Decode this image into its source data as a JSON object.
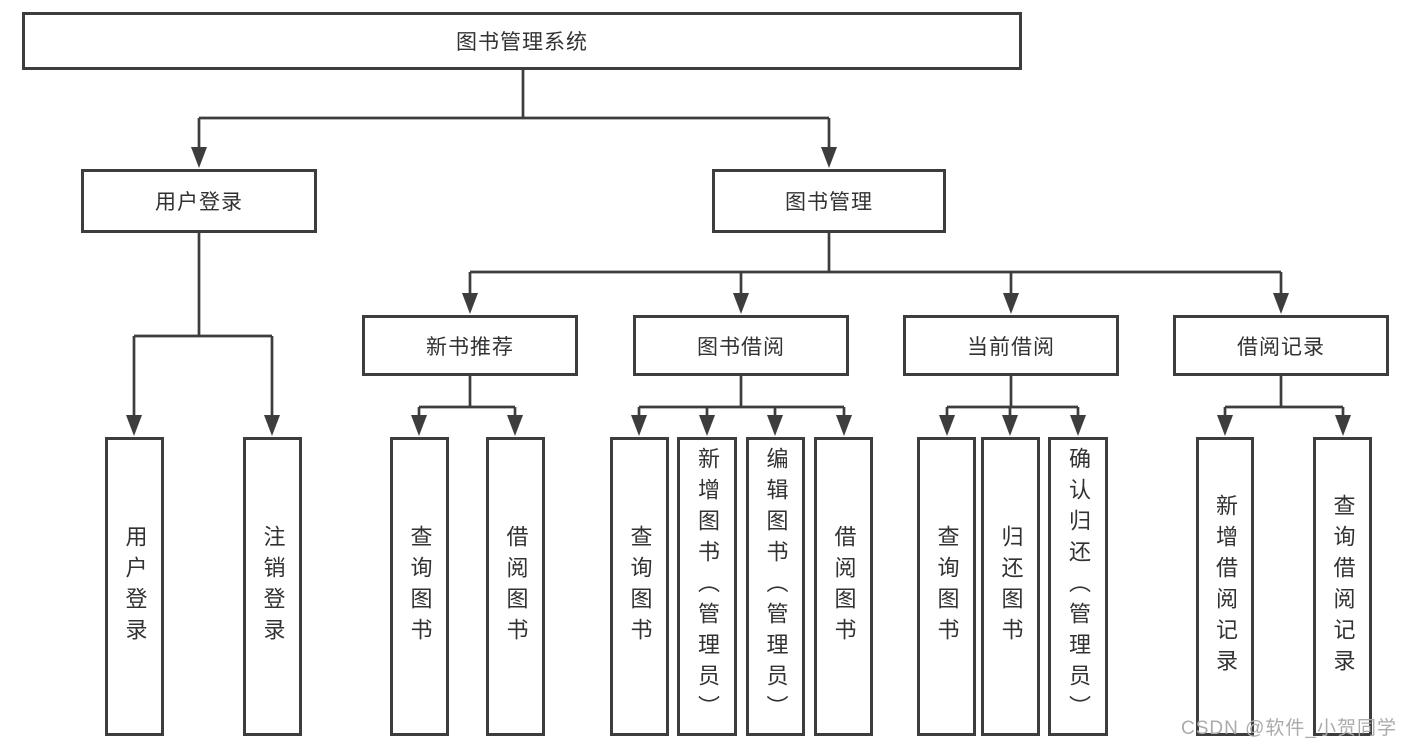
{
  "diagram": {
    "root": {
      "label": "图书管理系统"
    },
    "branches": [
      {
        "label": "用户登录",
        "children": [
          {
            "label": "用户登录"
          },
          {
            "label": "注销登录"
          }
        ]
      },
      {
        "label": "图书管理",
        "children": [
          {
            "label": "新书推荐",
            "children": [
              {
                "label": "查询图书"
              },
              {
                "label": "借阅图书"
              }
            ]
          },
          {
            "label": "图书借阅",
            "children": [
              {
                "label": "查询图书"
              },
              {
                "label": "新增图书（管理员）"
              },
              {
                "label": "编辑图书（管理员）"
              },
              {
                "label": "借阅图书"
              }
            ]
          },
          {
            "label": "当前借阅",
            "children": [
              {
                "label": "查询图书"
              },
              {
                "label": "归还图书"
              },
              {
                "label": "确认归还（管理员）"
              }
            ]
          },
          {
            "label": "借阅记录",
            "children": [
              {
                "label": "新增借阅记录"
              },
              {
                "label": "查询借阅记录"
              }
            ]
          }
        ]
      }
    ],
    "watermark": "CSDN @软件_小贺同学",
    "colors": {
      "line": "#3d3d3d",
      "text": "#323232",
      "watermark": "#ababab",
      "background": "#ffffff"
    }
  }
}
